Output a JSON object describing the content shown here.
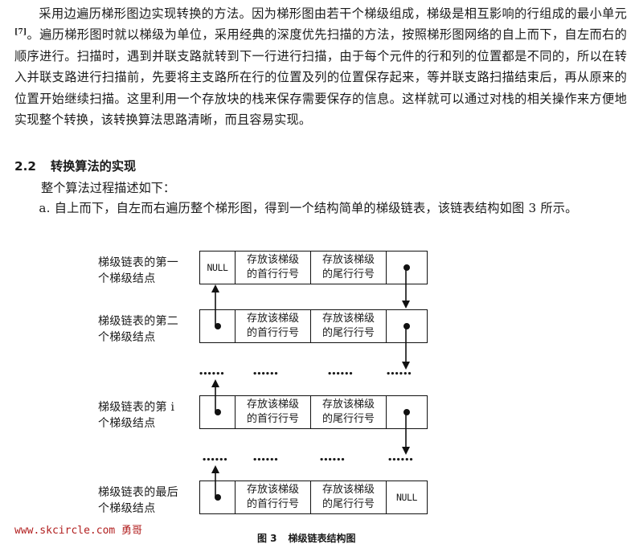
{
  "paragraph1": {
    "text_before_ref": "采用边遍历梯形图边实现转换的方法。因为梯形图由若干个梯级组成，梯级是相互影响的行组成的最小单元",
    "ref": "[7]",
    "text_after_ref": "。遍历梯形图时就以梯级为单位，采用经典的深度优先扫描的方法，按照梯形图网络的自上而下，自左而右的顺序进行。扫描时，遇到并联支路就转到下一行进行扫描，由于每个元件的行和列的位置都是不同的，所以在转入并联支路进行扫描前，先要将主支路所在行的位置及列的位置保存起来，等并联支路扫描结束后，再从原来的位置开始继续扫描。这里利用一个存放块的栈来保存需要保存的信息。这样就可以通过对栈的相关操作来方便地实现整个转换，该转换算法思路清晰，而且容易实现。"
  },
  "section": {
    "number": "2.2",
    "title": "转换算法的实现"
  },
  "intro_line": "整个算法过程描述如下：",
  "paragraph2": "a. 自上而下，自左而右遍历整个梯形图，得到一个结构简单的梯级链表，该链表结构如图 3 所示。",
  "diagram": {
    "rows": [
      {
        "label_line1": "梯级链表的第一",
        "label_line2": "个梯级结点",
        "first_cell": "NULL",
        "cell2_line1": "存放该梯级",
        "cell2_line2": "的首行行号",
        "cell3_line1": "存放该梯级",
        "cell3_line2": "的尾行行号",
        "last_cell": "dot"
      },
      {
        "label_line1": "梯级链表的第二",
        "label_line2": "个梯级结点",
        "first_cell": "dot",
        "cell2_line1": "存放该梯级",
        "cell2_line2": "的首行行号",
        "cell3_line1": "存放该梯级",
        "cell3_line2": "的尾行行号",
        "last_cell": "dot"
      },
      {
        "label_line1": "梯级链表的第 i",
        "label_line2": "个梯级结点",
        "first_cell": "dot",
        "cell2_line1": "存放该梯级",
        "cell2_line2": "的首行行号",
        "cell3_line1": "存放该梯级",
        "cell3_line2": "的尾行行号",
        "last_cell": "dot"
      },
      {
        "label_line1": "梯级链表的最后",
        "label_line2": "个梯级结点",
        "first_cell": "dot",
        "cell2_line1": "存放该梯级",
        "cell2_line2": "的首行行号",
        "cell3_line1": "存放该梯级",
        "cell3_line2": "的尾行行号",
        "last_cell": "NULL"
      }
    ],
    "ellipsis": "......",
    "caption_number": "图 3",
    "caption_title": "梯级链表结构图"
  },
  "watermark": "www.skcircle.com 勇哥"
}
